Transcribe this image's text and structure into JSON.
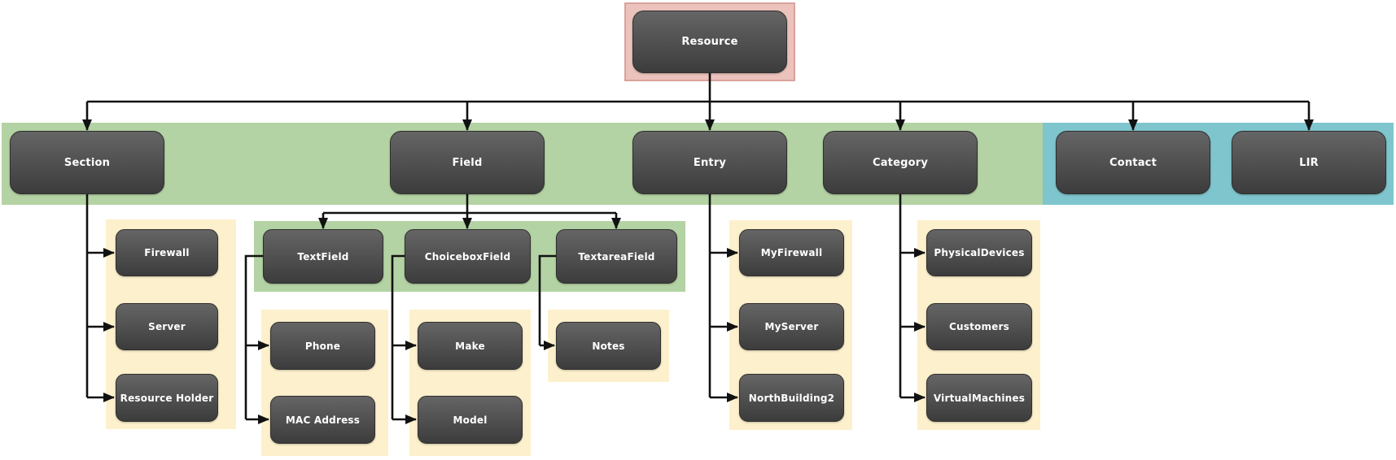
{
  "diagram_type": "org-chart-hierarchy",
  "tree": {
    "label": "Resource",
    "highlight": "pink",
    "children": [
      {
        "label": "Section",
        "highlight": "green",
        "children": [
          {
            "label": "Firewall",
            "highlight": "yellow"
          },
          {
            "label": "Server",
            "highlight": "yellow"
          },
          {
            "label": "Resource Holder",
            "highlight": "yellow"
          }
        ]
      },
      {
        "label": "Field",
        "highlight": "green",
        "children": [
          {
            "label": "TextField",
            "highlight": "green",
            "children": [
              {
                "label": "Phone",
                "highlight": "yellow"
              },
              {
                "label": "MAC Address",
                "highlight": "yellow"
              }
            ]
          },
          {
            "label": "ChoiceboxField",
            "highlight": "green",
            "children": [
              {
                "label": "Make",
                "highlight": "yellow"
              },
              {
                "label": "Model",
                "highlight": "yellow"
              }
            ]
          },
          {
            "label": "TextareaField",
            "highlight": "green",
            "children": [
              {
                "label": "Notes",
                "highlight": "yellow"
              }
            ]
          }
        ]
      },
      {
        "label": "Entry",
        "highlight": "green",
        "children": [
          {
            "label": "MyFirewall",
            "highlight": "yellow"
          },
          {
            "label": "MyServer",
            "highlight": "yellow"
          },
          {
            "label": "NorthBuilding2",
            "highlight": "yellow"
          }
        ]
      },
      {
        "label": "Category",
        "highlight": "green",
        "children": [
          {
            "label": "PhysicalDevices",
            "highlight": "yellow"
          },
          {
            "label": "Customers",
            "highlight": "yellow"
          },
          {
            "label": "VirtualMachines",
            "highlight": "yellow"
          }
        ]
      },
      {
        "label": "Contact",
        "highlight": "blue"
      },
      {
        "label": "LIR",
        "highlight": "blue"
      }
    ]
  },
  "colors": {
    "highlight_pink": "#ecc2bc",
    "highlight_pink_border": "#d9a29c",
    "highlight_green": "#b4d3a4",
    "highlight_blue": "#7fc5cd",
    "highlight_yellow": "#fdf0cc",
    "node_top": "#656565",
    "node_bottom": "#3c3c3c",
    "node_border": "#2f2f2f",
    "node_text": "#ffffff",
    "connector": "#111111",
    "background": "#ffffff"
  }
}
